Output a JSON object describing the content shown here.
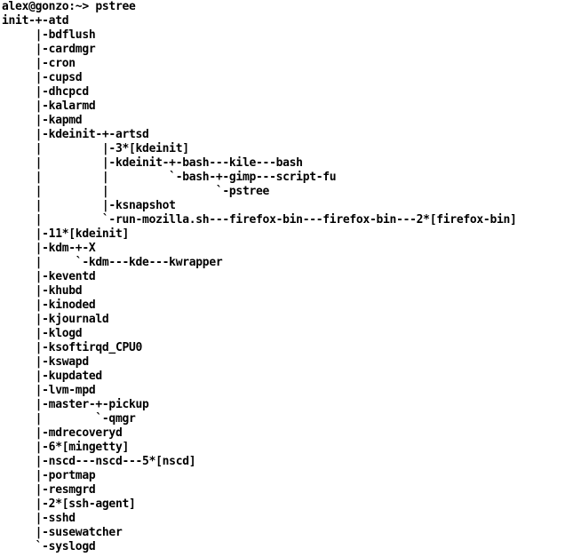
{
  "terminal": {
    "prompt": "alex@gonzo:~> pstree",
    "output_lines": [
      "init-+-atd",
      "     |-bdflush",
      "     |-cardmgr",
      "     |-cron",
      "     |-cupsd",
      "     |-dhcpcd",
      "     |-kalarmd",
      "     |-kapmd",
      "     |-kdeinit-+-artsd",
      "     |         |-3*[kdeinit]",
      "     |         |-kdeinit-+-bash---kile---bash",
      "     |         |         `-bash-+-gimp---script-fu",
      "     |         |                `-pstree",
      "     |         |-ksnapshot",
      "     |         `-run-mozilla.sh---firefox-bin---firefox-bin---2*[firefox-bin]",
      "     |-11*[kdeinit]",
      "     |-kdm-+-X",
      "     |     `-kdm---kde---kwrapper",
      "     |-keventd",
      "     |-khubd",
      "     |-kinoded",
      "     |-kjournald",
      "     |-klogd",
      "     |-ksoftirqd_CPU0",
      "     |-kswapd",
      "     |-kupdated",
      "     |-lvm-mpd",
      "     |-master-+-pickup",
      "     |        `-qmgr",
      "     |-mdrecoveryd",
      "     |-6*[mingetty]",
      "     |-nscd---nscd---5*[nscd]",
      "     |-portmap",
      "     |-resmgrd",
      "     |-2*[ssh-agent]",
      "     |-sshd",
      "     |-susewatcher",
      "     `-syslogd"
    ]
  }
}
